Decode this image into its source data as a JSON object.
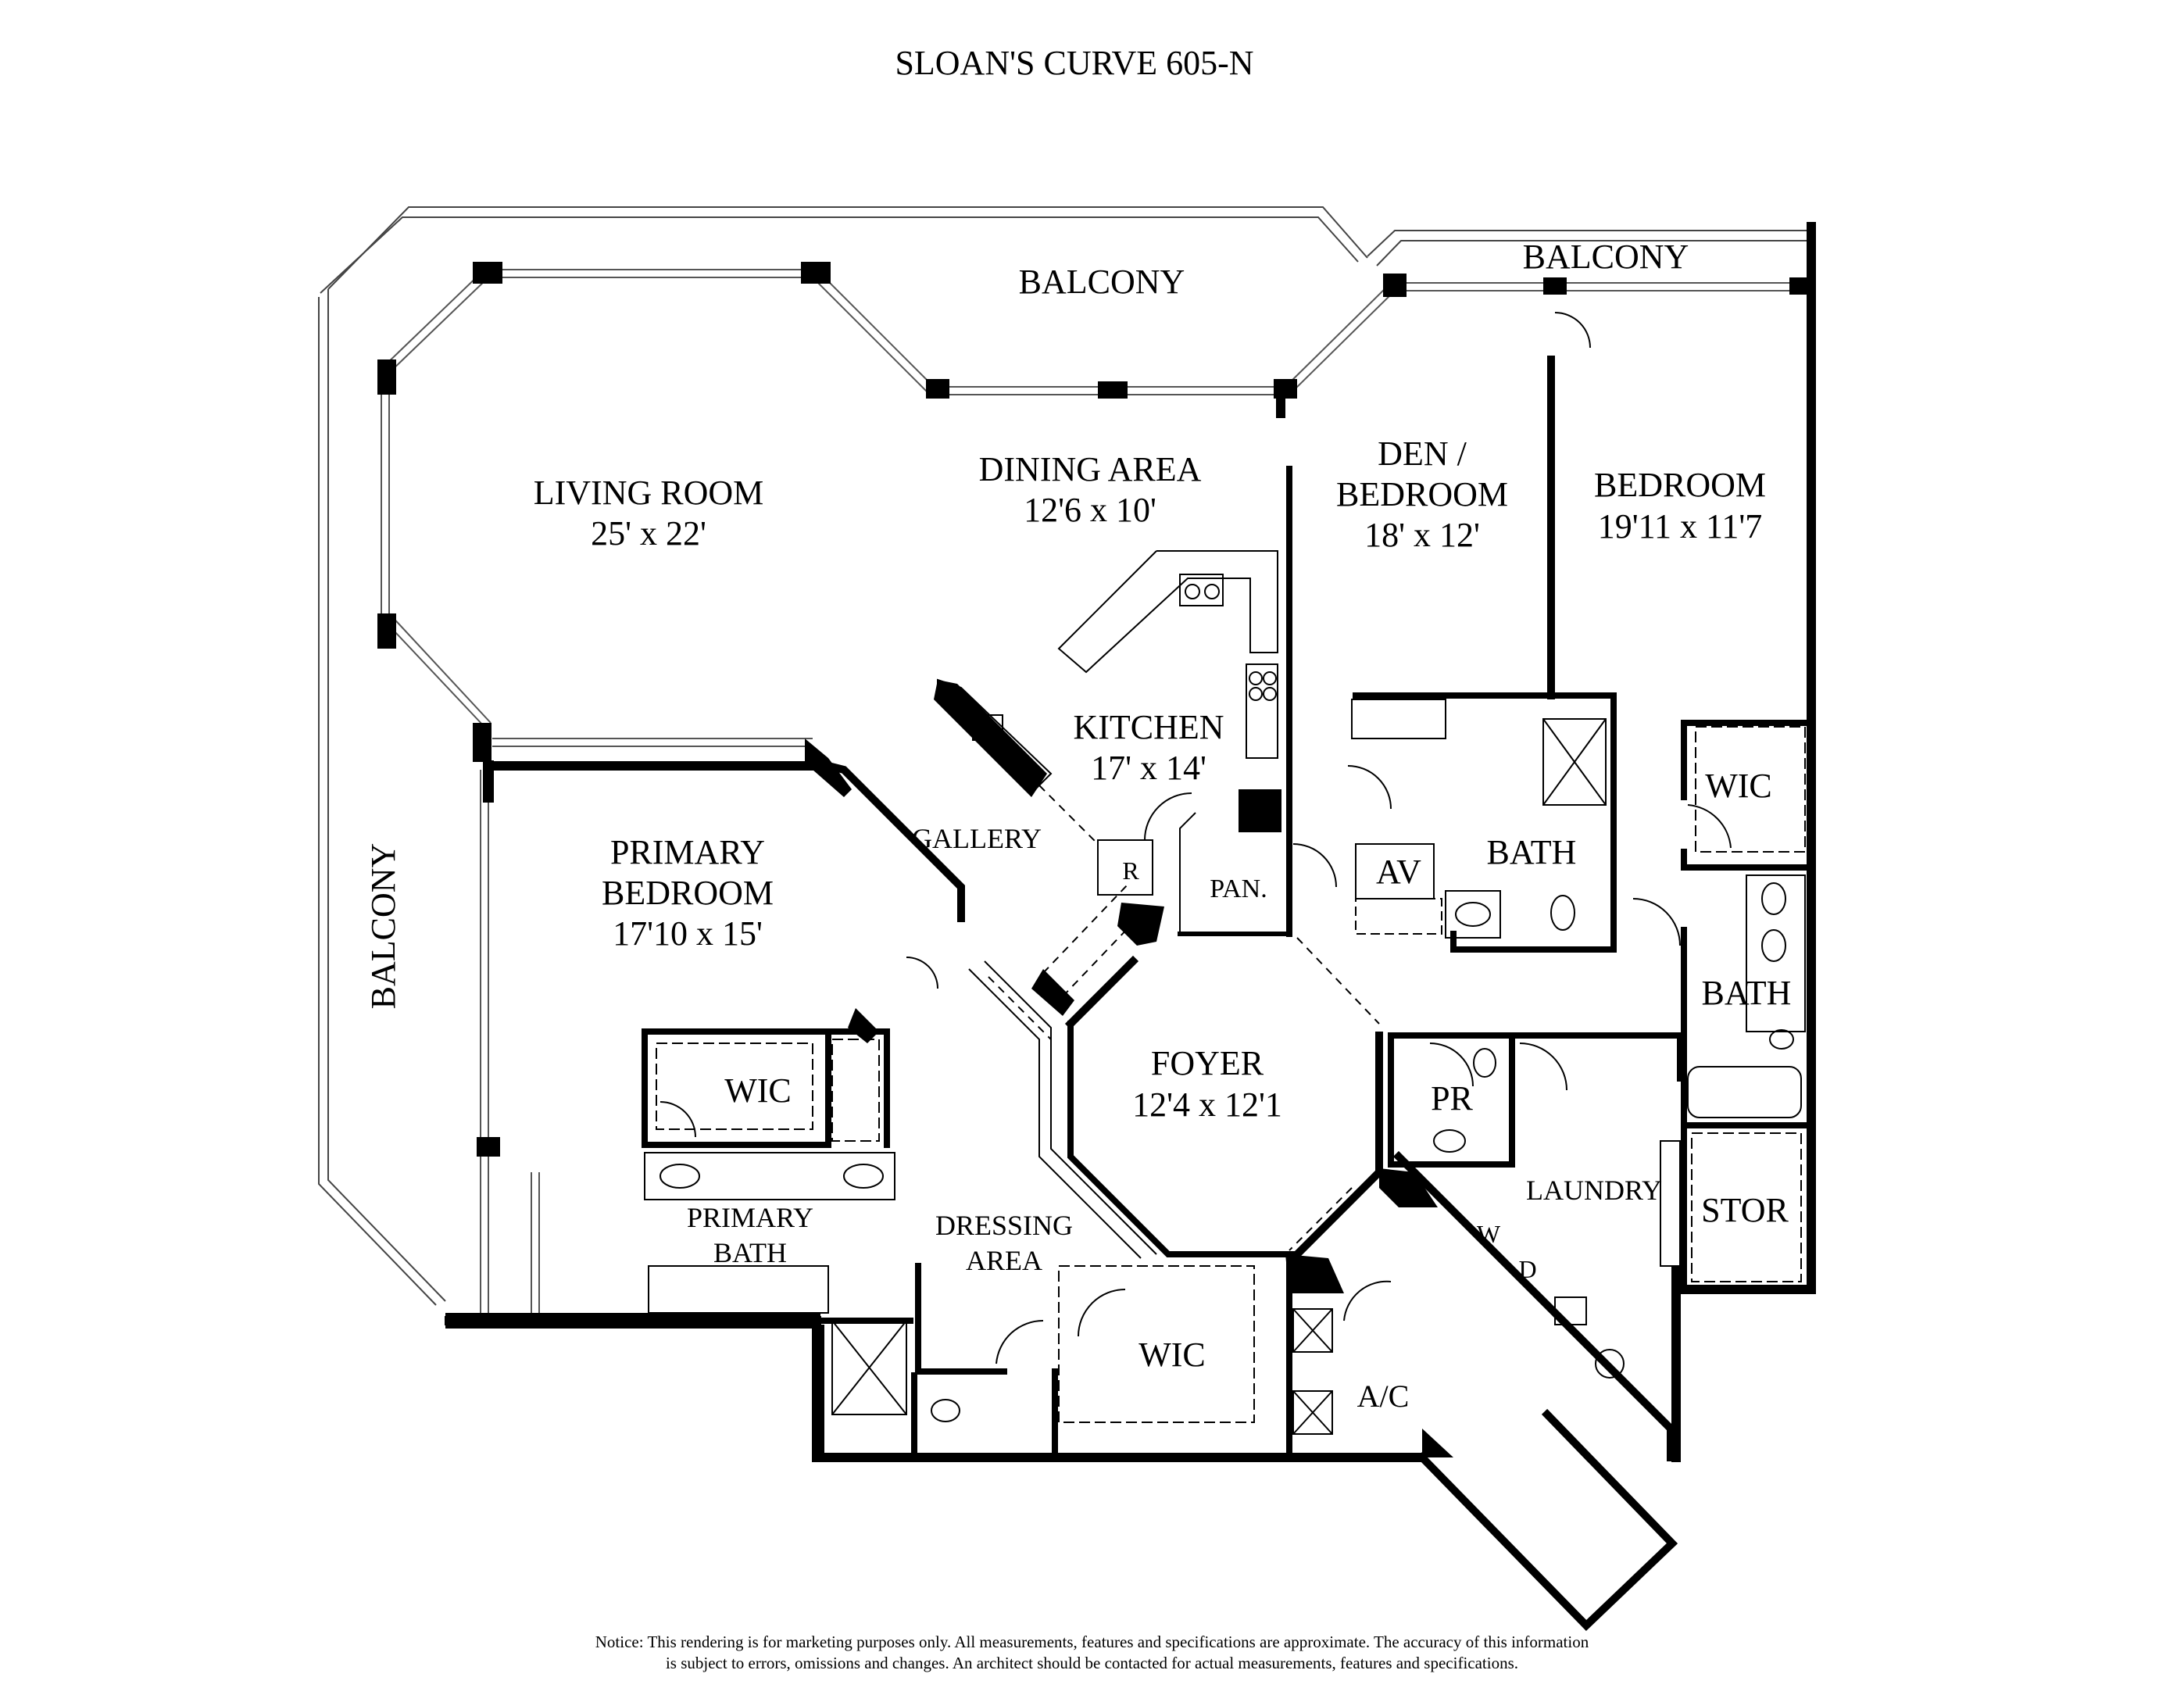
{
  "title": "SLOAN'S CURVE 605-N",
  "rooms": {
    "balcony_top": "BALCONY",
    "balcony_right": "BALCONY",
    "balcony_left": "BALCONY",
    "living": {
      "name": "LIVING ROOM",
      "dims": "25' x 22'"
    },
    "dining": {
      "name": "DINING AREA",
      "dims": "12'6 x 10'"
    },
    "den": {
      "name1": "DEN /",
      "name2": "BEDROOM",
      "dims": "18' x 12'"
    },
    "bedroom": {
      "name": "BEDROOM",
      "dims": "19'11 x 11'7"
    },
    "kitchen": {
      "name": "KITCHEN",
      "dims": "17' x 14'"
    },
    "primary_bedroom": {
      "name1": "PRIMARY",
      "name2": "BEDROOM",
      "dims": "17'10 x 15'"
    },
    "gallery": "GALLERY",
    "refrigerator": "R",
    "pantry": "PAN.",
    "av": "AV",
    "bath_den": "BATH",
    "bath_bedroom": "BATH",
    "wic_bedroom": "WIC",
    "foyer": {
      "name": "FOYER",
      "dims": "12'4 x 12'1"
    },
    "powder": "PR",
    "laundry": "LAUNDRY",
    "washer": "W",
    "dryer": "D",
    "storage": "STOR",
    "wic_primary": "WIC",
    "primary_bath": {
      "name1": "PRIMARY",
      "name2": "BATH"
    },
    "dressing": {
      "name1": "DRESSING",
      "name2": "AREA"
    },
    "wic_dressing": "WIC",
    "ac": "A/C"
  },
  "notice": {
    "line1": "Notice: This rendering is for marketing purposes only. All measurements, features and specifications are approximate. The accuracy of this information",
    "line2": "is subject to errors, omissions and changes. An architect should be contacted for actual measurements, features and specifications."
  }
}
